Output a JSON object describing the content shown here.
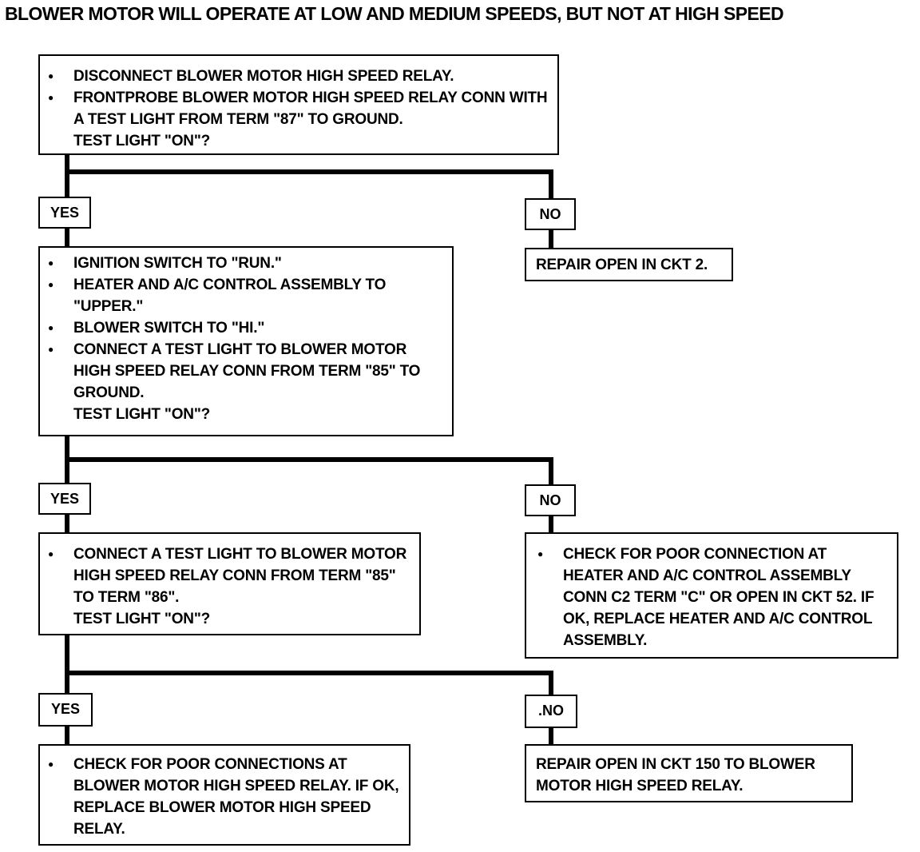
{
  "title": "BLOWER MOTOR WILL OPERATE AT LOW AND MEDIUM SPEEDS, BUT NOT AT HIGH SPEED",
  "step1": {
    "bullets": [
      "DISCONNECT BLOWER MOTOR HIGH SPEED RELAY.",
      "FRONTPROBE BLOWER MOTOR HIGH SPEED RELAY CONN WITH A TEST LIGHT FROM TERM \"87\" TO GROUND."
    ],
    "question": "TEST LIGHT \"ON\"?"
  },
  "step1_yes": "YES",
  "step1_no": "NO",
  "step1_no_result": "REPAIR OPEN IN CKT 2.",
  "step2": {
    "bullets": [
      "IGNITION SWITCH TO \"RUN.\"",
      "HEATER AND A/C CONTROL ASSEMBLY TO \"UPPER.\"",
      "BLOWER SWITCH TO \"HI.\"",
      "CONNECT A TEST LIGHT TO BLOWER MOTOR HIGH SPEED RELAY CONN FROM TERM \"85\" TO GROUND."
    ],
    "question": "TEST LIGHT \"ON\"?"
  },
  "step2_yes": "YES",
  "step2_no": "NO",
  "step2_no_result": "CHECK FOR POOR CONNECTION AT HEATER AND A/C CONTROL ASSEMBLY CONN C2 TERM \"C\" OR OPEN IN CKT 52. IF OK, REPLACE HEATER AND A/C CONTROL ASSEMBLY.",
  "step3": {
    "bullets": [
      "CONNECT A TEST LIGHT TO BLOWER MOTOR HIGH SPEED RELAY CONN FROM TERM \"85\" TO TERM \"86\"."
    ],
    "question": "TEST LIGHT \"ON\"?"
  },
  "step3_yes": "YES",
  "step3_no": ".NO",
  "step3_yes_result": "CHECK FOR POOR CONNECTIONS AT BLOWER MOTOR HIGH SPEED RELAY. IF OK, REPLACE BLOWER MOTOR HIGH SPEED RELAY.",
  "step3_no_result": "REPAIR OPEN IN CKT 150 TO BLOWER MOTOR HIGH SPEED RELAY."
}
